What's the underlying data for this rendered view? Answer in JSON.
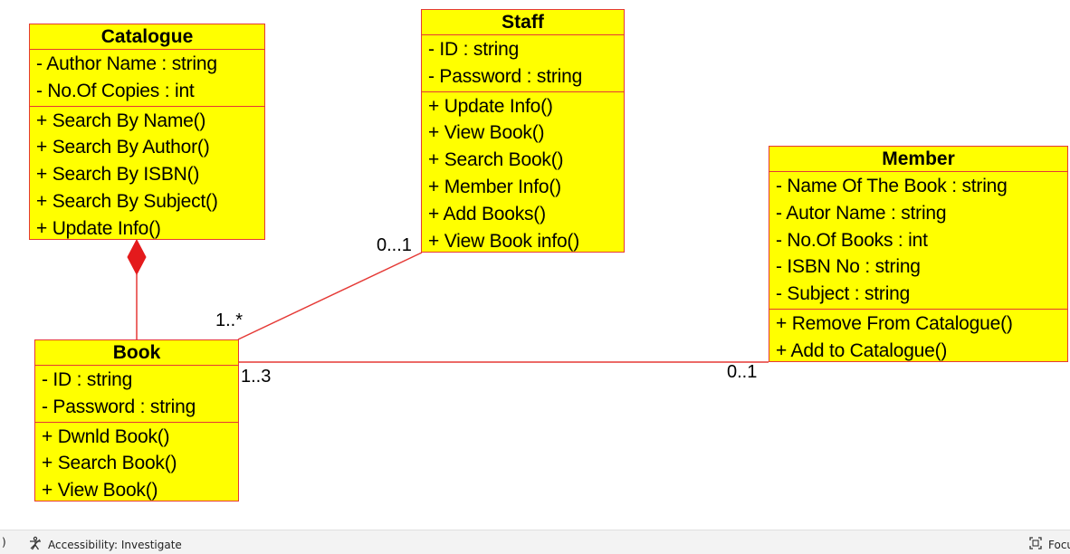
{
  "diagram": {
    "classes": [
      {
        "id": "catalogue",
        "name": "Catalogue",
        "attributes": [
          "- Author Name  : string",
          "- No.Of Copies : int"
        ],
        "operations": [
          "+ Search By Name()",
          "+ Search By Author()",
          "+ Search By ISBN()",
          "+ Search By Subject()",
          "+ Update Info()"
        ]
      },
      {
        "id": "staff",
        "name": "Staff",
        "attributes": [
          "- ID : string",
          "- Password : string"
        ],
        "operations": [
          "+ Update Info()",
          "+ View Book()",
          "+ Search Book()",
          "+ Member Info()",
          "+ Add Books()",
          "+ View Book info()"
        ]
      },
      {
        "id": "member",
        "name": "Member",
        "attributes": [
          "- Name Of The Book : string",
          "- Autor Name : string",
          "- No.Of Books : int",
          "- ISBN No : string",
          "- Subject : string"
        ],
        "operations": [
          "+ Remove From Catalogue()",
          "+ Add to Catalogue()"
        ]
      },
      {
        "id": "book",
        "name": "Book",
        "attributes": [
          "- ID  : string",
          "- Password : string"
        ],
        "operations": [
          "+ Dwnld Book()",
          "+ Search Book()",
          "+ View Book()"
        ]
      }
    ],
    "relationships": [
      {
        "id": "book-staff",
        "type": "association",
        "from": "book",
        "to": "staff",
        "from_multiplicity": "1..*",
        "to_multiplicity": "0...1"
      },
      {
        "id": "book-member",
        "type": "association",
        "from": "book",
        "to": "member",
        "from_multiplicity": "1..3",
        "to_multiplicity": "0..1"
      },
      {
        "id": "catalogue-book",
        "type": "composition",
        "from": "catalogue",
        "to": "book"
      }
    ],
    "colors": {
      "class_fill": "#ffff00",
      "class_border": "#e53935",
      "line": "#e53935",
      "text": "#000000"
    }
  },
  "statusbar": {
    "left_fragment": ")",
    "accessibility_label": "Accessibility: Investigate",
    "accessibility_icon": "accessibility-icon",
    "right_label": "Focu",
    "right_icon": "focus-mode-icon"
  }
}
